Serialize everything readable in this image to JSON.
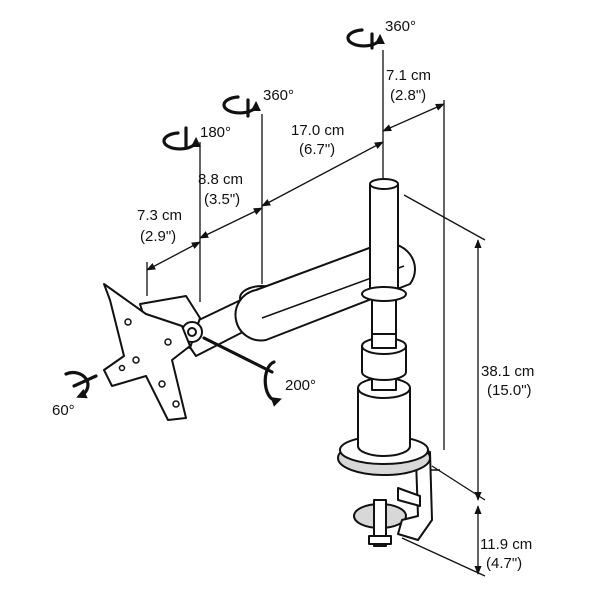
{
  "rotations": {
    "top_mount": "360°",
    "arm_joint": "360°",
    "head_swivel": "180°",
    "tilt": "200°",
    "screen_rotate": "60°"
  },
  "dimensions": {
    "offset_top": {
      "metric": "7.1 cm",
      "imperial": "(2.8\")"
    },
    "main_arm": {
      "metric": "17.0 cm",
      "imperial": "(6.7\")"
    },
    "second_arm": {
      "metric": "8.8 cm",
      "imperial": "(3.5\")"
    },
    "head_offset": {
      "metric": "7.3 cm",
      "imperial": "(2.9\")"
    },
    "pole_height": {
      "metric": "38.1 cm",
      "imperial": "(15.0\")"
    },
    "clamp_depth": {
      "metric": "11.9 cm",
      "imperial": "(4.7\")"
    }
  }
}
